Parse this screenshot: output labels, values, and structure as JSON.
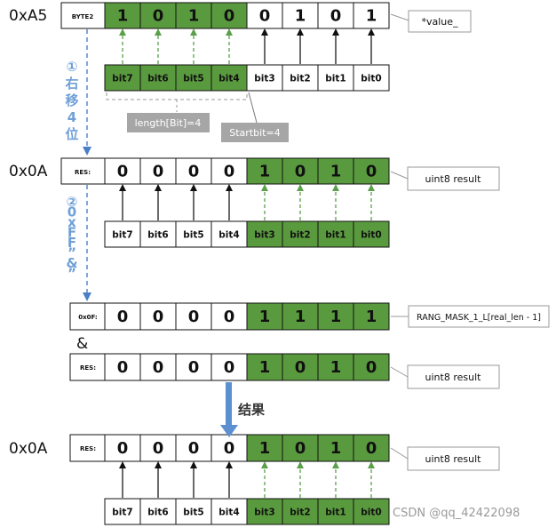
{
  "labels": {
    "hex_a5": "0xA5",
    "hex_0a_1": "0x0A",
    "hex_0a_2": "0x0A",
    "byte2": "BYTE2",
    "res": "RES:",
    "mask_prefix": "0x0F:",
    "amp": "&",
    "value_note": "*value_",
    "length_note": "length[Bit]=4",
    "startbit_note": "Startbit=4",
    "result_note": "uint8 result",
    "mask_note": "RANG_MASK_1_L[real_len - 1]",
    "step1": [
      "①",
      "右",
      "移",
      "4",
      "位"
    ],
    "step2": [
      "②",
      "0",
      "x",
      "F",
      "F",
      "”",
      "&",
      "”"
    ],
    "result_word": "结果",
    "watermark": "CSDN @qq_42422098"
  },
  "bit_names": [
    "bit7",
    "bit6",
    "bit5",
    "bit4",
    "bit3",
    "bit2",
    "bit1",
    "bit0"
  ],
  "rows": {
    "byte2": [
      "1",
      "0",
      "1",
      "0",
      "0",
      "1",
      "0",
      "1"
    ],
    "res1": [
      "0",
      "0",
      "0",
      "0",
      "1",
      "0",
      "1",
      "0"
    ],
    "mask": [
      "0",
      "0",
      "0",
      "0",
      "1",
      "1",
      "1",
      "1"
    ],
    "res2": [
      "0",
      "0",
      "0",
      "0",
      "1",
      "0",
      "1",
      "0"
    ],
    "res3": [
      "0",
      "0",
      "0",
      "0",
      "1",
      "0",
      "1",
      "0"
    ]
  },
  "colors": {
    "green": "#5a9a3e",
    "dark": "#1a1a1a",
    "dash_green": "#5aa04a",
    "blue": "#4a7fc8",
    "gray": "#a6a6a6"
  }
}
